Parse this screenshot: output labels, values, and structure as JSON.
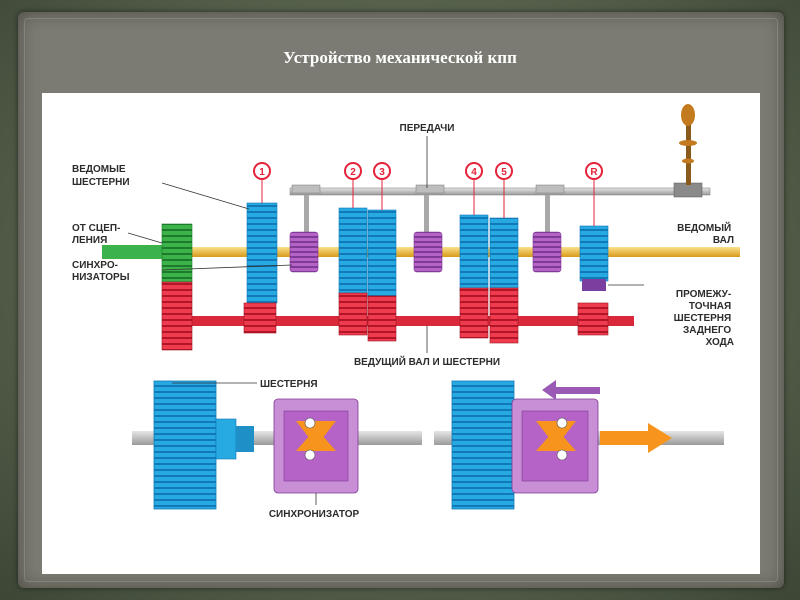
{
  "slide": {
    "title": "Устройство механической кпп"
  },
  "diagram": {
    "gear_numbers": [
      "1",
      "2",
      "3",
      "4",
      "5",
      "R"
    ],
    "labels": {
      "driven_gears": [
        "ВЕДОМЫЕ",
        "ШЕСТЕРНИ"
      ],
      "from_clutch": [
        "ОТ СЦЕП-",
        "ЛЕНИЯ"
      ],
      "synchronizers": [
        "СИНХРО-",
        "НИЗАТОРЫ"
      ],
      "gears": "ПЕРЕДАЧИ",
      "driven_shaft": [
        "ВЕДОМЫЙ",
        "ВАЛ"
      ],
      "reverse_idler": [
        "ПРОМЕЖУ-",
        "ТОЧНАЯ",
        "ШЕСТЕРНЯ",
        "ЗАДНЕГО",
        "ХОДА"
      ],
      "drive_shaft": "ВЕДУЩИЙ ВАЛ И ШЕСТЕРНИ",
      "gear": "ШЕСТЕРНЯ",
      "synchronizer": "СИНХРОНИЗАТОР"
    },
    "colors": {
      "blue_gear": "#27a9e1",
      "red_gear": "#e5223a",
      "green_gear": "#3bb34a",
      "purple_sync": "#b563c6",
      "yellow_shaft": "#f5c23a",
      "orange_arrow": "#f7941d"
    }
  }
}
